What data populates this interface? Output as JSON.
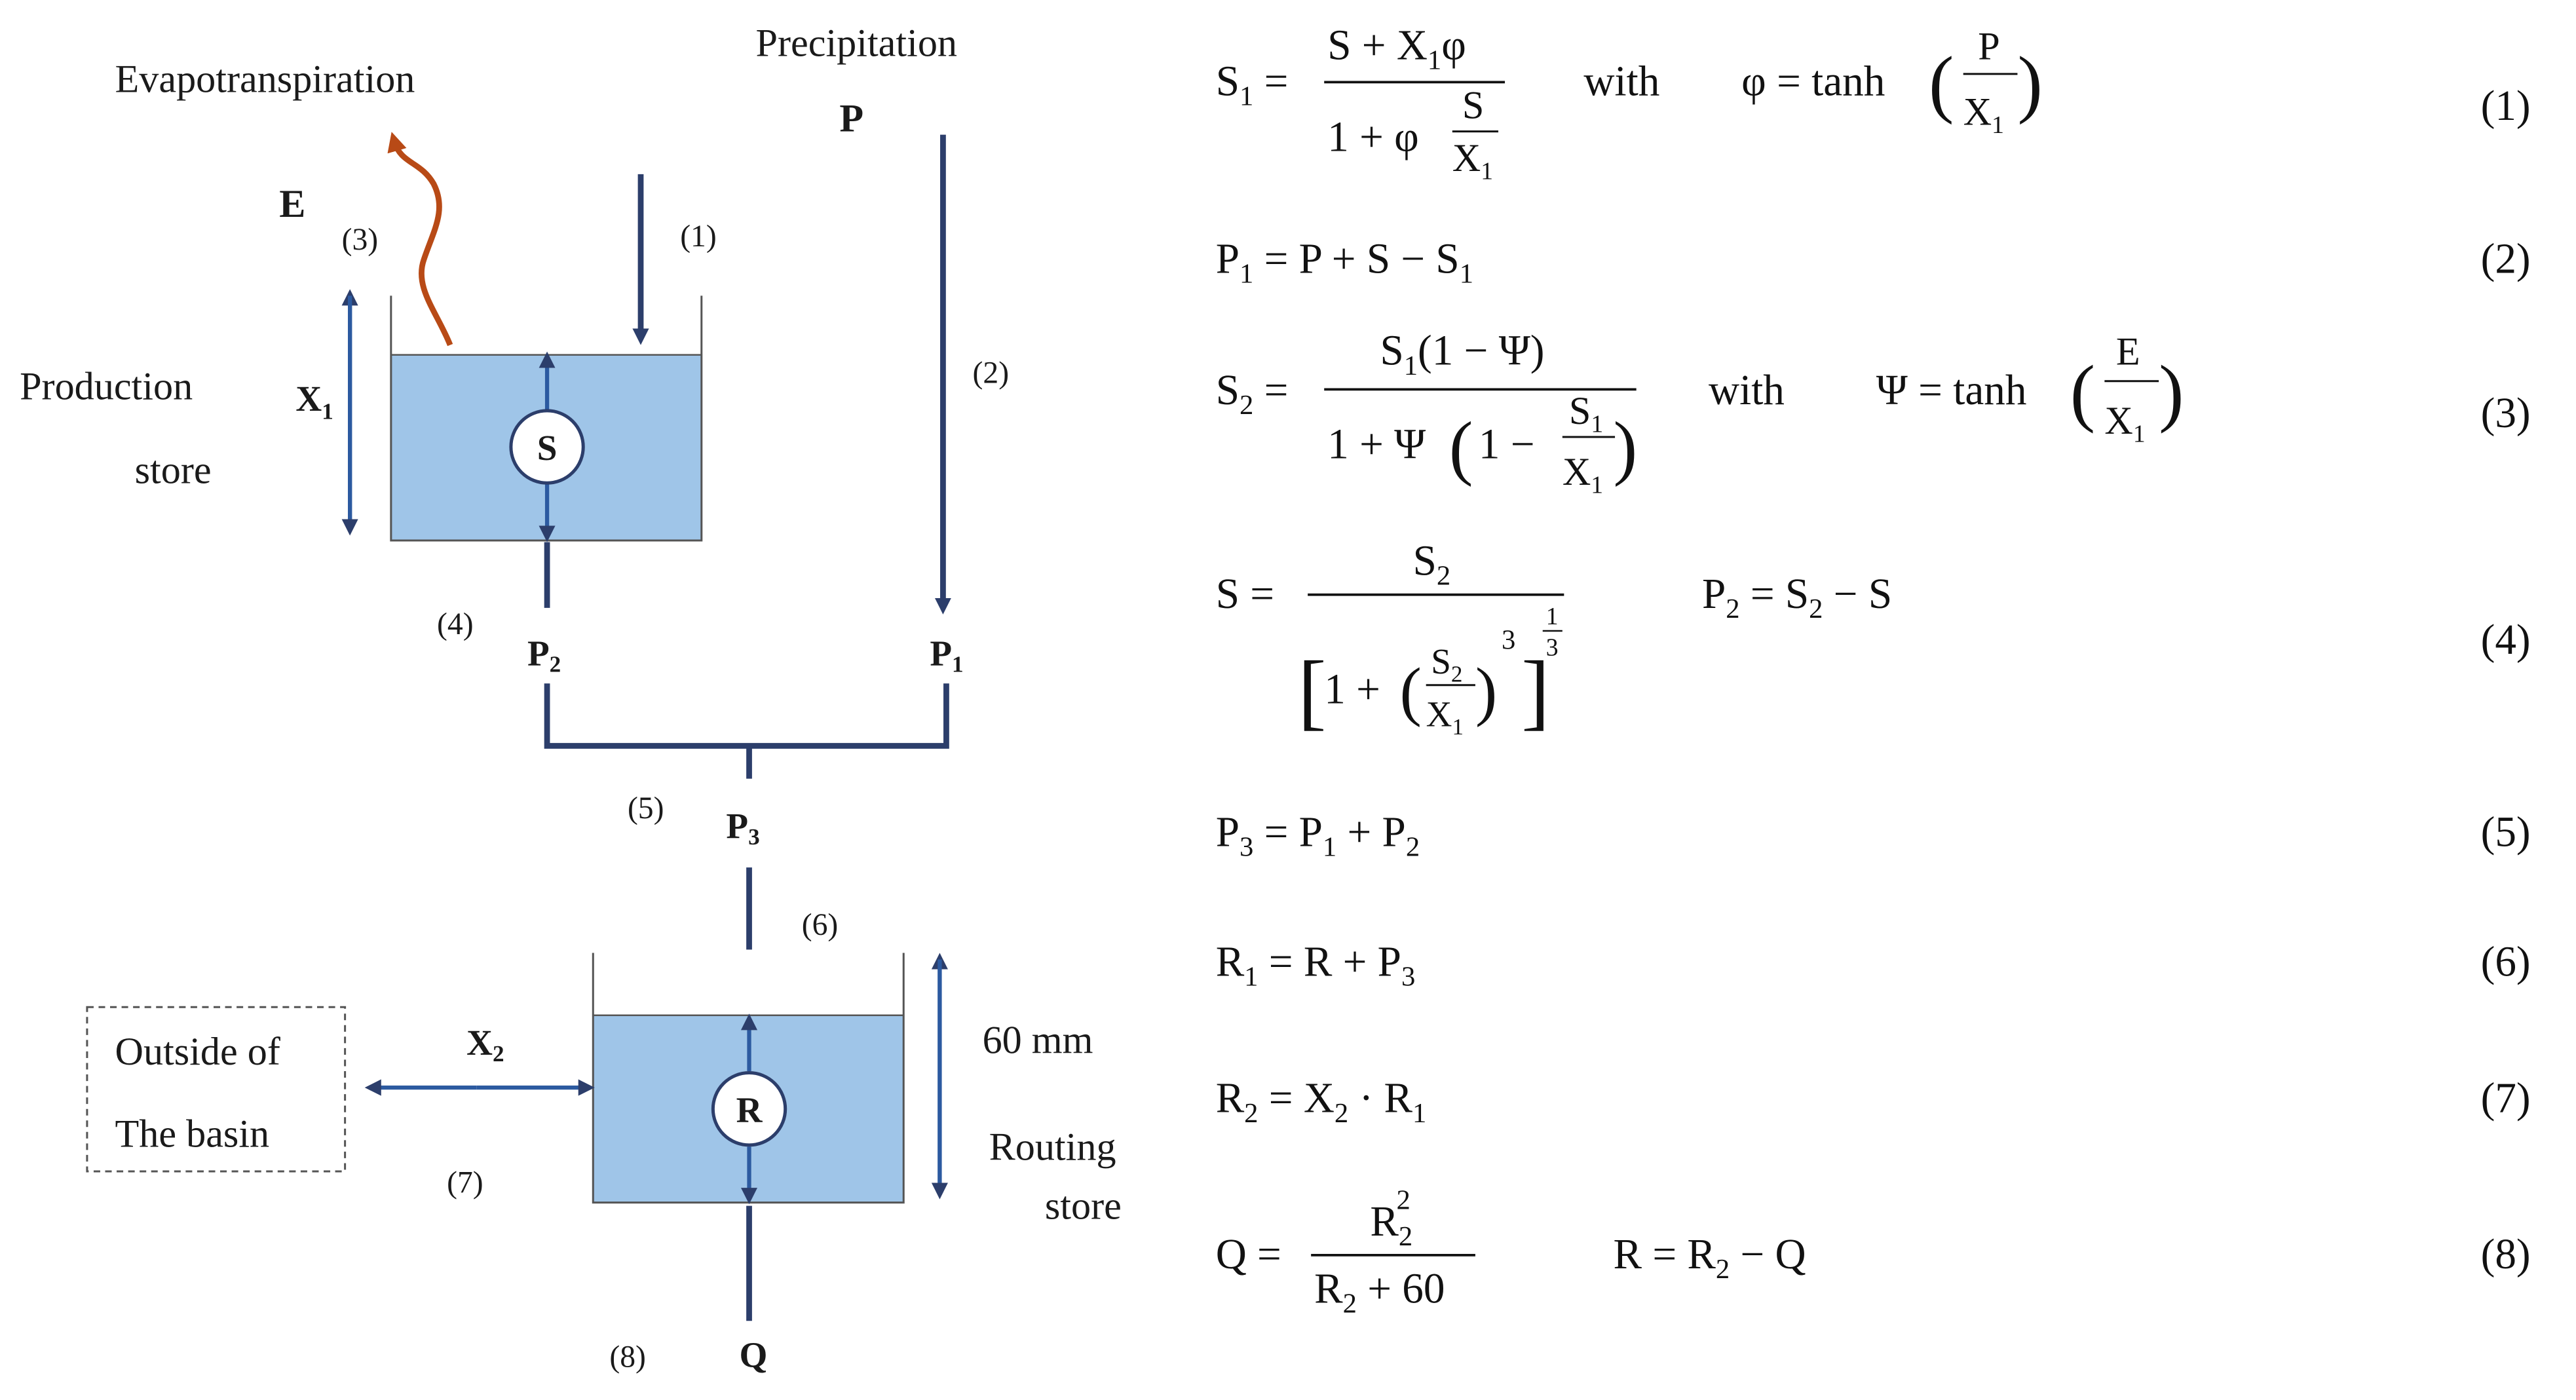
{
  "colors": {
    "flow": "#2c3e6b",
    "store_fill": "#9fc5e8",
    "evap_arrow": "#b84a16",
    "text": "#1a1a1a"
  },
  "diagram": {
    "evap_label": "Evapotranspiration",
    "precip_label": "Precipitation",
    "e_symbol": "E",
    "p_symbol": "P",
    "x1_symbol": "X",
    "x1_sub": "1",
    "production_store_line1": "Production",
    "production_store_line2": "store",
    "s_symbol": "S",
    "p2_main": "P",
    "p2_sub": "2",
    "p1_main": "P",
    "p1_sub": "1",
    "p3_main": "P",
    "p3_sub": "3",
    "x2_main": "X",
    "x2_sub": "2",
    "outside_line1": "Outside of",
    "outside_line2": "The basin",
    "r_symbol": "R",
    "routing_capacity": "60 mm",
    "routing_store_line1": "Routing",
    "routing_store_line2": "store",
    "q_symbol": "Q",
    "step_labels": [
      "(1)",
      "(2)",
      "(3)",
      "(4)",
      "(5)",
      "(6)",
      "(7)",
      "(8)"
    ]
  },
  "equations": {
    "numbers": [
      "(1)",
      "(2)",
      "(3)",
      "(4)",
      "(5)",
      "(6)",
      "(7)",
      "(8)"
    ],
    "with_label": "with"
  }
}
